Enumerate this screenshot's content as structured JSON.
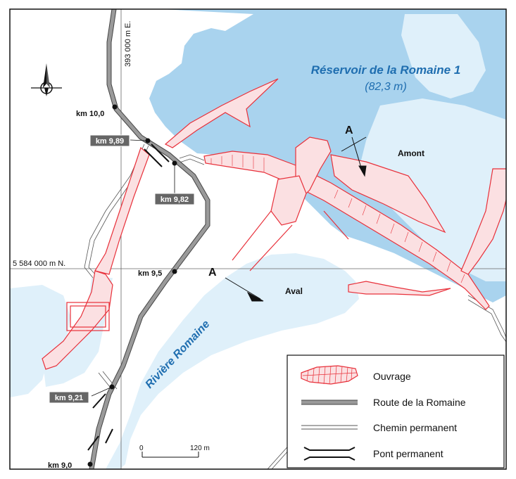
{
  "title": {
    "reservoir_name": "Réservoir de la Romaine 1",
    "reservoir_level": "(82,3 m)",
    "river_name": "Rivière Romaine"
  },
  "labels": {
    "amont": "Amont",
    "aval": "Aval",
    "section_a": "A"
  },
  "grid": {
    "easting": "393 000 m E.",
    "northing": "5 584 000 m N."
  },
  "kilometre_markers": [
    {
      "label": "km 10,0",
      "boxed": false
    },
    {
      "label": "km 9,89",
      "boxed": true
    },
    {
      "label": "km 9,82",
      "boxed": true
    },
    {
      "label": "km 9,5",
      "boxed": false
    },
    {
      "label": "km 9,21",
      "boxed": true
    },
    {
      "label": "km 9,0",
      "boxed": false
    }
  ],
  "scale": {
    "start": "0",
    "end": "120 m"
  },
  "legend": {
    "items": [
      {
        "label": "Ouvrage",
        "symbol": "ouvrage"
      },
      {
        "label": "Route de la Romaine",
        "symbol": "route"
      },
      {
        "label": "Chemin permanent",
        "symbol": "chemin"
      },
      {
        "label": "Pont permanent",
        "symbol": "pont"
      }
    ]
  },
  "colors": {
    "water_dark": "#a9d3ee",
    "water_light": "#dff0fa",
    "structure": "#e8303a",
    "road": "#8e8e8e",
    "label_blue": "#1f6eb0",
    "marker_box": "#666666"
  }
}
